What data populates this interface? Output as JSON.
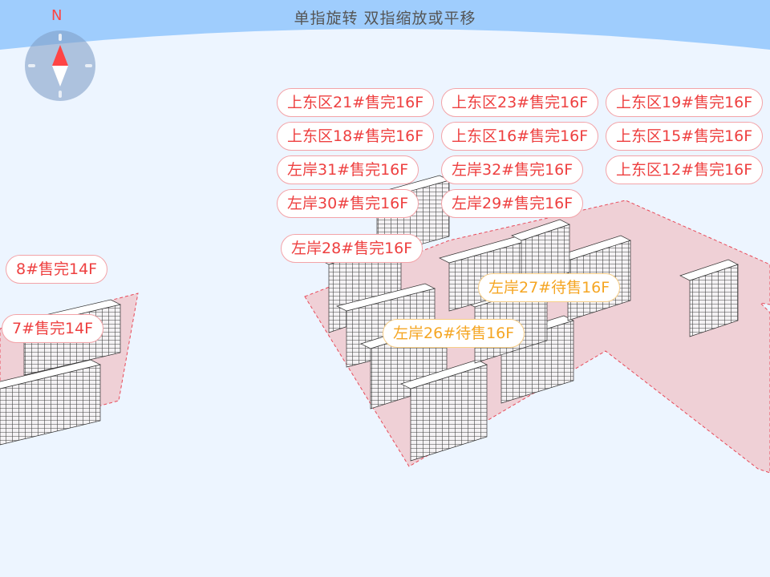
{
  "hint": "单指旋转 双指缩放或平移",
  "compass": {
    "north_label": "N"
  },
  "colors": {
    "sold": "#ee4040",
    "pending": "#f5a623",
    "sky": "#9fcdfd",
    "ground": "#edf5ff",
    "zone": "#efd0d6"
  },
  "labels": [
    {
      "text": "上东区21#售完16F",
      "status": "sold"
    },
    {
      "text": "上东区23#售完16F",
      "status": "sold"
    },
    {
      "text": "上东区19#售完16F",
      "status": "sold"
    },
    {
      "text": "上东区16#售完16F",
      "status": "sold"
    },
    {
      "text": "上东区18#售完16F",
      "status": "sold"
    },
    {
      "text": "上东区15#售完16F",
      "status": "sold"
    },
    {
      "text": "左岸32#售完16F",
      "status": "sold"
    },
    {
      "text": "上东区12#售完16F",
      "status": "sold"
    },
    {
      "text": "左岸31#售完16F",
      "status": "sold"
    },
    {
      "text": "左岸30#售完16F",
      "status": "sold"
    },
    {
      "text": "左岸29#售完16F",
      "status": "sold"
    },
    {
      "text": "左岸28#售完16F",
      "status": "sold"
    },
    {
      "text": "左岸27#待售16F",
      "status": "pending"
    },
    {
      "text": "左岸26#待售16F",
      "status": "pending"
    },
    {
      "text": "8#售完14F",
      "status": "sold"
    },
    {
      "text": "7#售完14F",
      "status": "sold"
    }
  ]
}
